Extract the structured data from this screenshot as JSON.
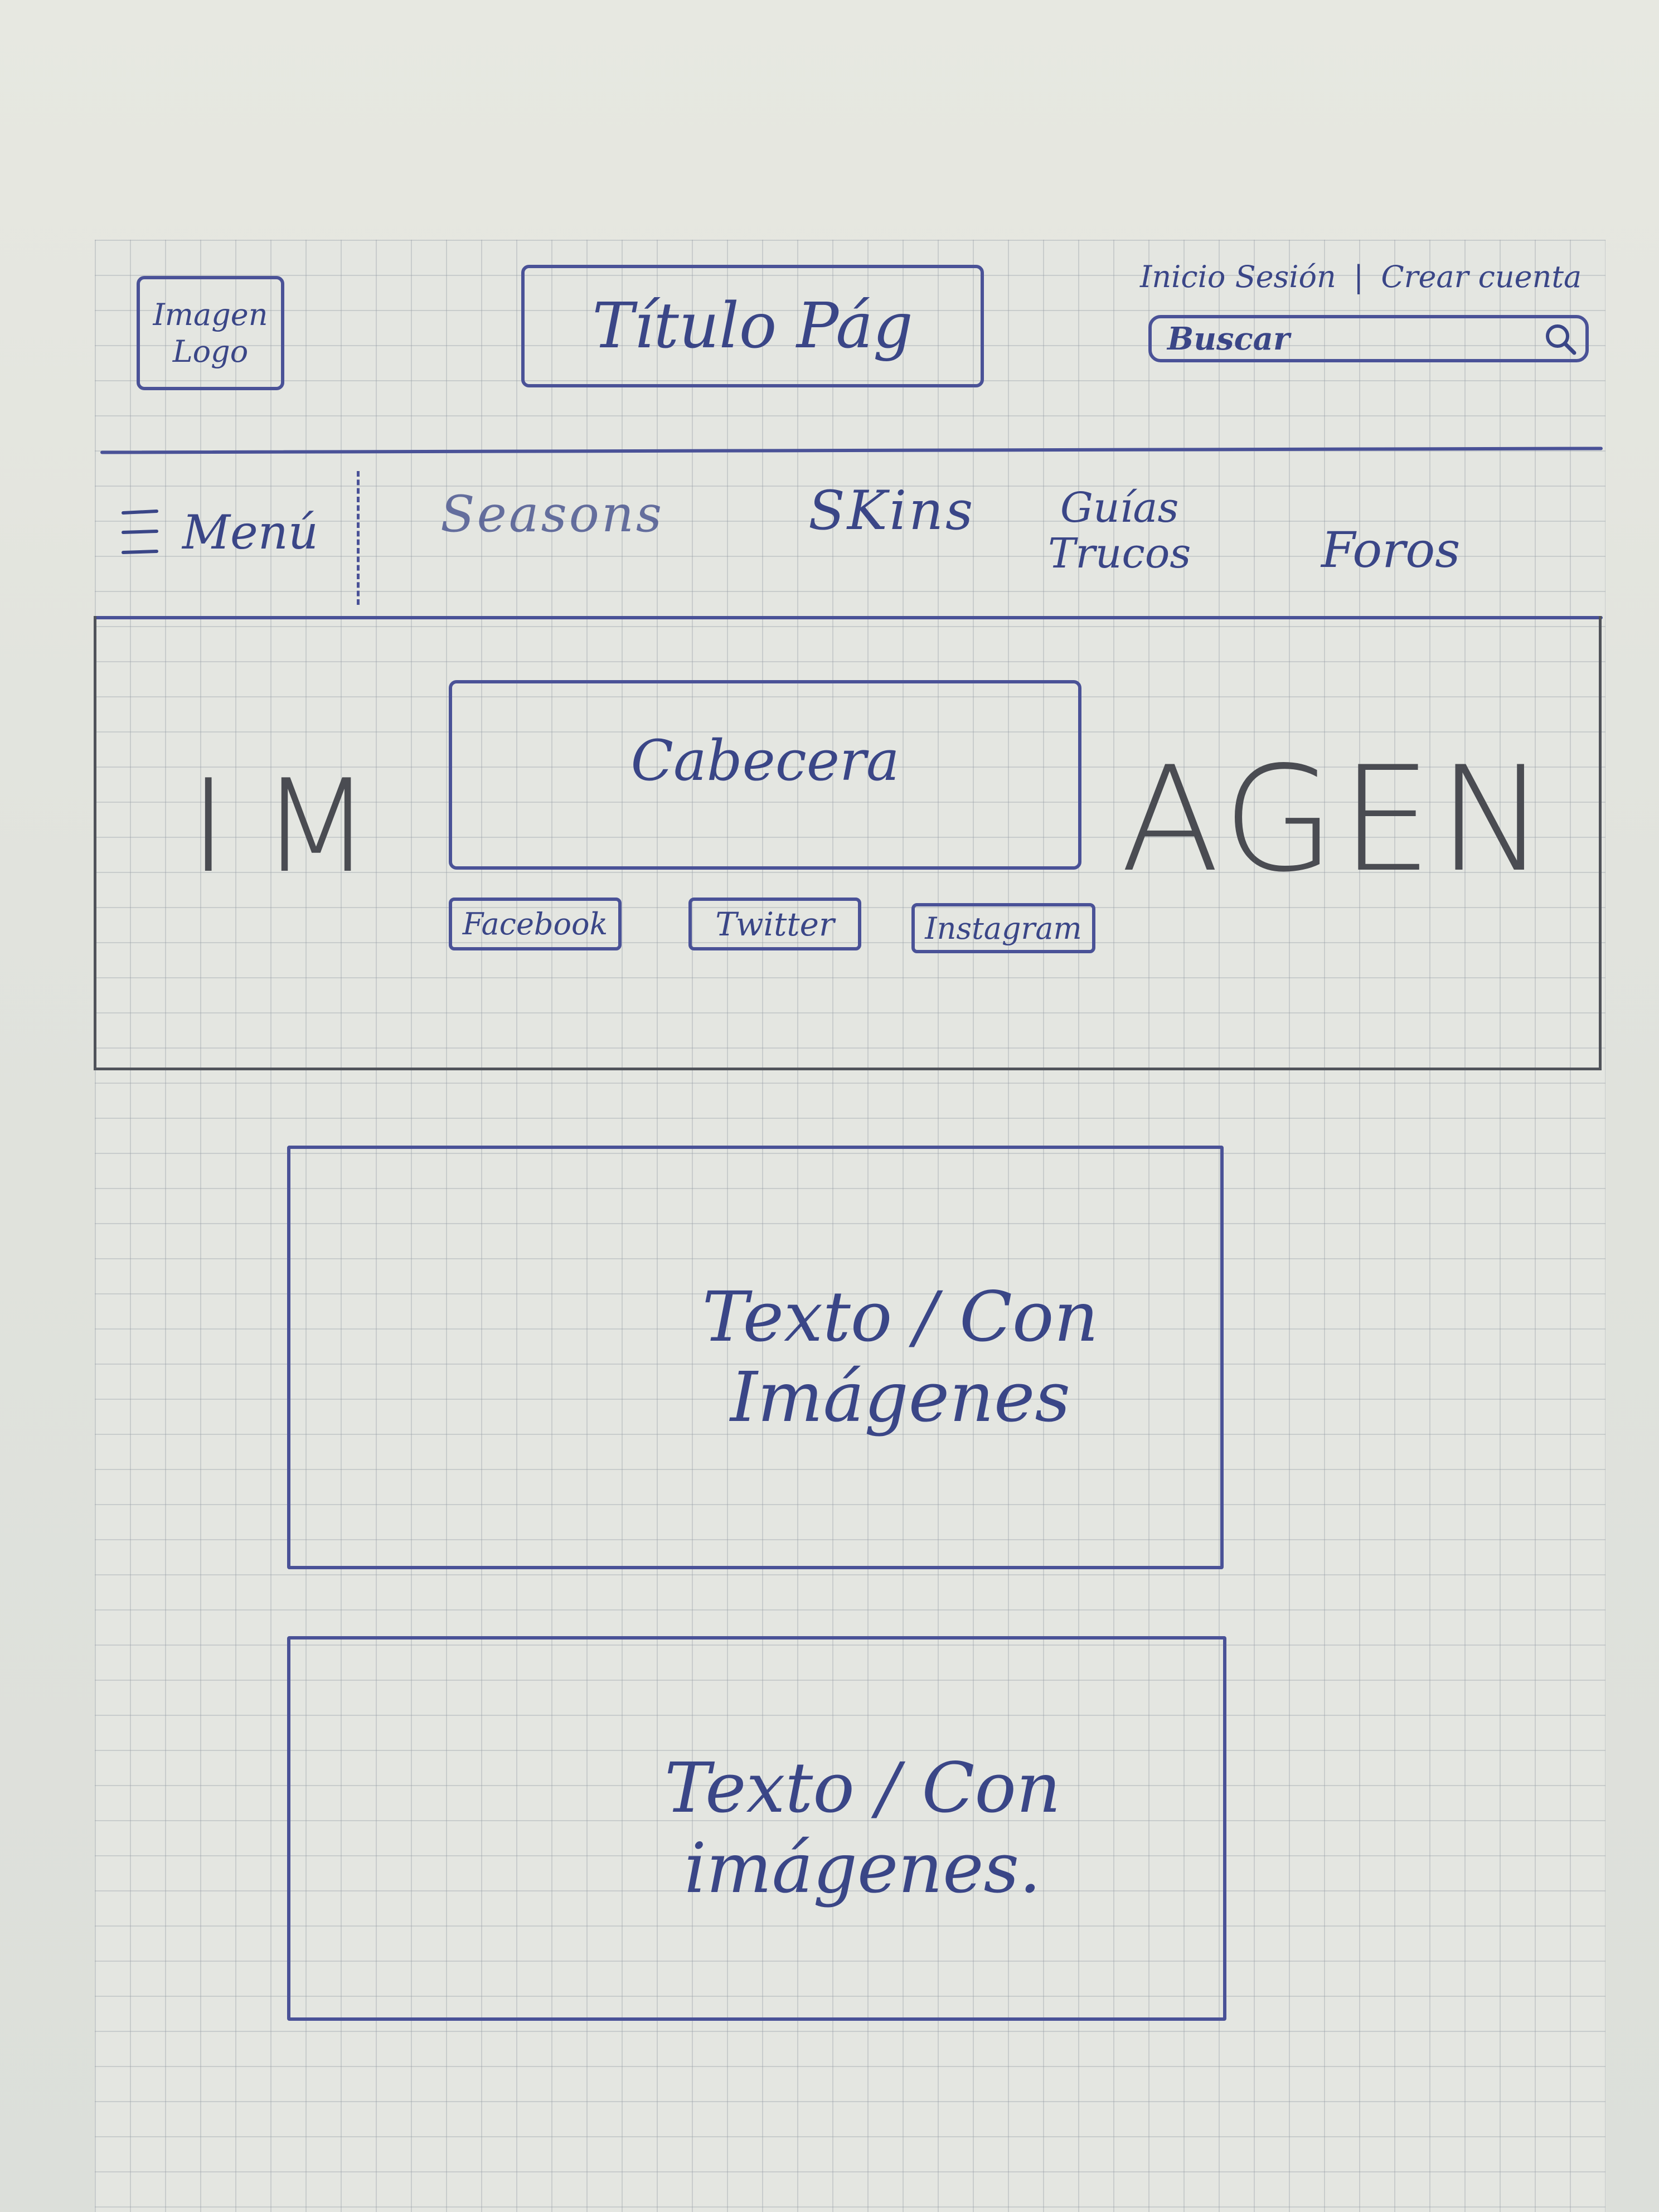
{
  "header": {
    "logo_line1": "Imagen",
    "logo_line2": "Logo",
    "title": "Título Pág",
    "login": "Inicio Sesión",
    "separator": "|",
    "signup": "Crear cuenta",
    "search_placeholder": "Buscar",
    "search_icon": "magnifier-icon"
  },
  "nav": {
    "menu_icon": "hamburger-icon",
    "menu_label": "Menú",
    "items": [
      "Seasons",
      "SKins",
      "Guías Trucos",
      "Foros"
    ],
    "guides_line1": "Guías",
    "guides_line2": "Trucos"
  },
  "hero": {
    "bg_left": "IM",
    "bg_right": "AGEN",
    "heading": "Cabecera",
    "socials": [
      "Facebook",
      "Twitter",
      "Instagram"
    ]
  },
  "content": {
    "block1": "Texto / Con Imágenes",
    "block2": "Texto / Con imágenes."
  },
  "colors": {
    "ink": "#3a4687",
    "pencil": "#4a4c52",
    "paper": "#e4e6e1"
  }
}
